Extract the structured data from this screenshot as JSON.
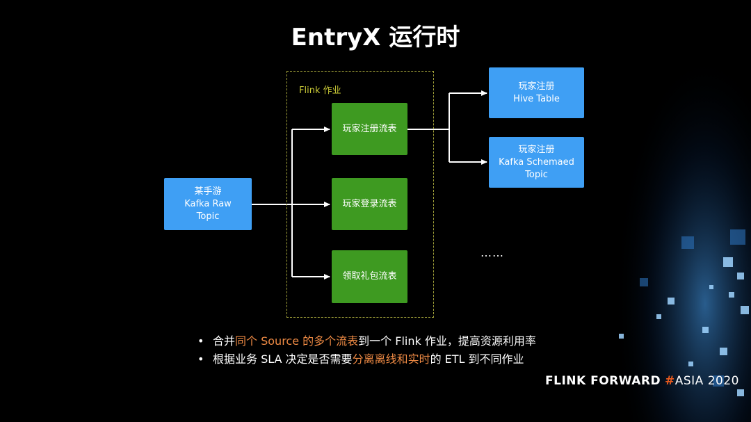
{
  "title": "EntryX 运行时",
  "flink_group": {
    "label": "Flink 作业"
  },
  "nodes": {
    "source": {
      "lines": [
        "某手游",
        "Kafka Raw",
        "Topic"
      ]
    },
    "stream_register": {
      "label": "玩家注册流表"
    },
    "stream_login": {
      "label": "玩家登录流表"
    },
    "stream_gift": {
      "label": "领取礼包流表"
    },
    "sink_hive": {
      "lines": [
        "玩家注册",
        "Hive Table"
      ]
    },
    "sink_kafka": {
      "lines": [
        "玩家注册",
        "Kafka Schemaed",
        "Topic"
      ]
    }
  },
  "ellipsis": "……",
  "bullets": [
    {
      "parts": [
        {
          "text": "合并",
          "hl": false
        },
        {
          "text": "同个 Source 的多个流表",
          "hl": true
        },
        {
          "text": "到一个 Flink 作业，提高资源利用率",
          "hl": false
        }
      ]
    },
    {
      "parts": [
        {
          "text": "根据业务 SLA 决定是否需要",
          "hl": false
        },
        {
          "text": "分离离线和实时",
          "hl": true
        },
        {
          "text": "的 ETL 到不同作业",
          "hl": false
        }
      ]
    }
  ],
  "footer": {
    "brand": "FLINK FORWARD",
    "hash": "#",
    "event": "ASIA 2020"
  },
  "colors": {
    "node_blue": "#3f9ff4",
    "node_green": "#3e9a21",
    "highlight": "#ee8a44",
    "group_border": "#a3a33a",
    "brand_hash": "#e85a1e"
  }
}
